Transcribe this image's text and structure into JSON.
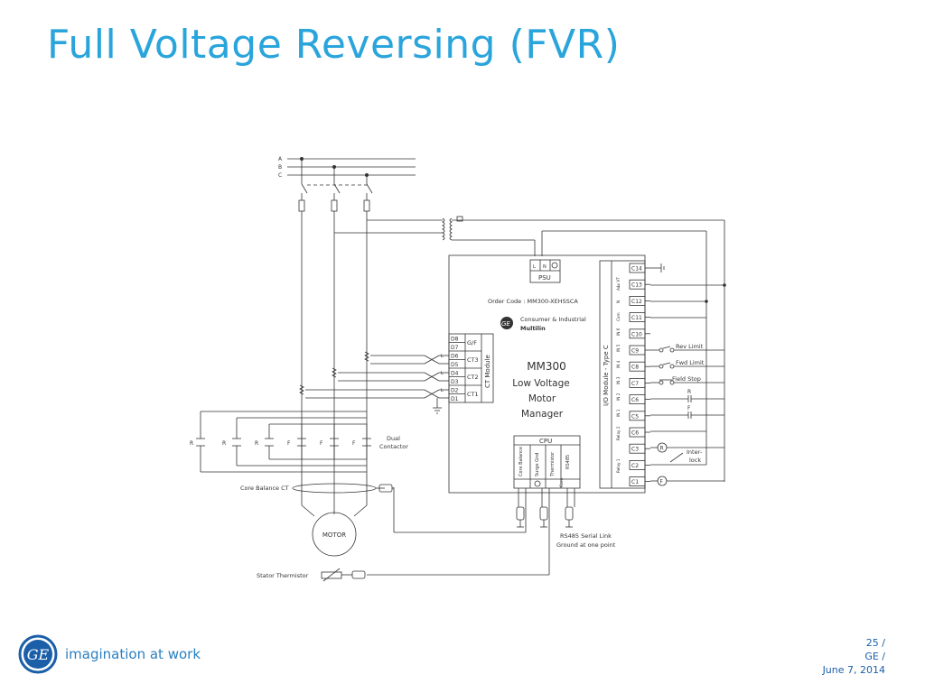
{
  "slide": {
    "title": "Full Voltage Reversing (FVR)",
    "page": "25 /",
    "company": "GE /",
    "date": "June 7, 2014",
    "tagline": "imagination at work",
    "logo_text": "GE",
    "colors": {
      "title": "#2aa5dc",
      "footer": "#1a5fa8",
      "line": "#333333"
    }
  },
  "diagram": {
    "phases": [
      "A",
      "B",
      "C"
    ],
    "psu_label": "PSU",
    "psu_terminals": [
      "L",
      "N"
    ],
    "order_code": "Order Code : MM300-XEHSSCA",
    "brand_line1": "Consumer & Industrial",
    "brand_line2": "Multilin",
    "brand_logo": "GE",
    "device_title": "MM300",
    "device_subtitle_1": "Low Voltage",
    "device_subtitle_2": "Motor",
    "device_subtitle_3": "Manager",
    "ct_module_label": "CT Module",
    "ct_terminals": [
      "D8",
      "D7",
      "D6",
      "D5",
      "D4",
      "D3",
      "D2",
      "D1"
    ],
    "ct_groups": [
      "G/F",
      "CT3",
      "CT2",
      "CT1"
    ],
    "ct_polarity": [
      "L",
      "L",
      "L"
    ],
    "io_module_label": "I/O Module - Type C",
    "io_terminals": [
      "C14",
      "C13",
      "C12",
      "C11",
      "C10",
      "C9",
      "C8",
      "C7",
      "C6",
      "C5",
      "C6",
      "C3",
      "C2",
      "C1"
    ],
    "io_side_labels": [
      "Aux VT",
      "L",
      "N",
      "Com",
      "IN 6",
      "IN 5",
      "IN 4",
      "IN 3",
      "IN 2",
      "IN 1",
      "Relay 2",
      "Relay 1"
    ],
    "field_labels": {
      "rev_limit": "Rev Limit",
      "fwd_limit": "Fwd Limit",
      "field_stop": "Field Stop",
      "r": "R",
      "f": "F",
      "interlock_1": "Inter-",
      "interlock_2": "lock"
    },
    "cpu_label": "CPU",
    "cpu_columns": [
      "Core Balance",
      "Surge Gnd",
      "Thermistor",
      "RS485"
    ],
    "cpu_sub": [
      "Com"
    ],
    "capacitor_labels": [
      "R",
      "R",
      "R",
      "F",
      "F",
      "F"
    ],
    "dual_contactor_1": "Dual",
    "dual_contactor_2": "Contactor",
    "core_balance_ct": "Core Balance CT",
    "motor_label": "MOTOR",
    "stator_thermistor": "Stator Thermistor",
    "rs485_note_1": "RS485 Serial Link",
    "rs485_note_2": "Ground at one point"
  }
}
